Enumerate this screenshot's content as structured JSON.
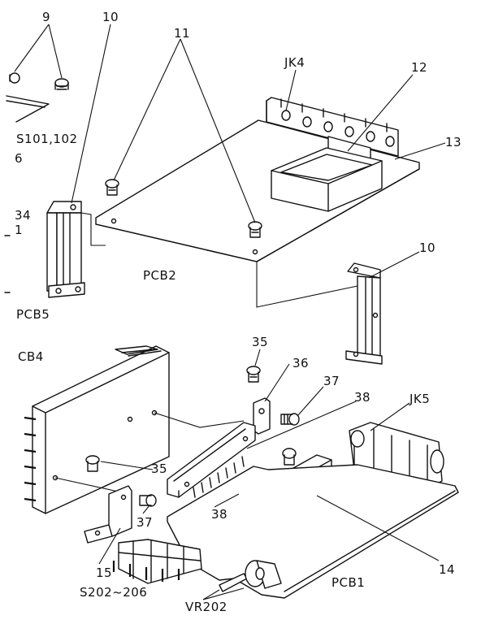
{
  "labels": {
    "l9": "9",
    "l10_top": "10",
    "l11": "11",
    "jk4": "JK4",
    "l12": "12",
    "l13": "13",
    "s101": "S101,102",
    "l6": "6",
    "l34": "34",
    "l1": "1",
    "pcb2": "PCB2",
    "l10_right": "10",
    "pcb5": "PCB5",
    "cb4": "CB4",
    "l35_top": "35",
    "l36": "36",
    "l37_top": "37",
    "l38_top": "38",
    "jk5": "JK5",
    "l35_mid": "35",
    "l38_bot": "38",
    "l37_bot": "37",
    "l14": "14",
    "l15": "15",
    "pcb1": "PCB1",
    "s202": "S202~206",
    "vr202": "VR202"
  }
}
